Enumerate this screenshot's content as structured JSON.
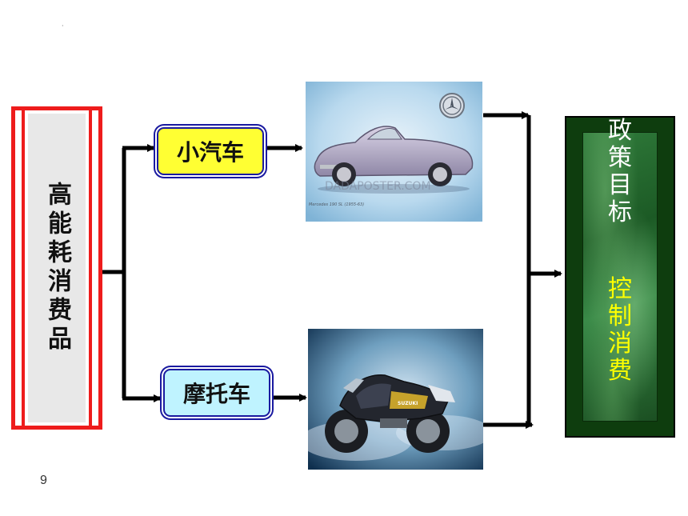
{
  "slide": {
    "page_number": "9",
    "dot": "·"
  },
  "source": {
    "label": "高能耗消费品"
  },
  "branches": {
    "car_label": "小汽车",
    "moto_label": "摩托车"
  },
  "images": {
    "car_watermark": "DADAPOSTER.COM",
    "car_caption": "Mercedes 190 SL (1955-63)",
    "moto_brand": "SUZUKI"
  },
  "goal": {
    "label_chars": [
      "政",
      "策",
      "目",
      "标"
    ],
    "value_chars": [
      "控",
      "制",
      "消",
      "费"
    ]
  },
  "colors": {
    "source_frame": "#ee1c1c",
    "car_label_bg": "#ffff33",
    "moto_label_bg": "#bff3ff",
    "label_border": "#1a1aa0",
    "goal_bg": "#0e3d0e",
    "goal_value": "#ffff00"
  }
}
